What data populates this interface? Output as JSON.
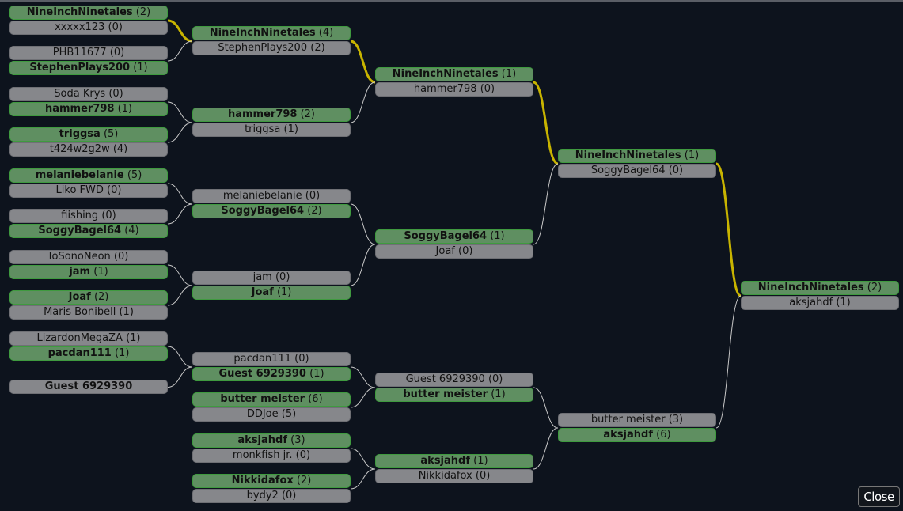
{
  "colors": {
    "winner": "#5f8f61",
    "loser": "#86878b",
    "champion_path": "#c8b400",
    "link": "#c8c8c8",
    "background": "#0d131d"
  },
  "close_label": "Close",
  "rounds": [
    {
      "matches": [
        {
          "slots": [
            {
              "name": "NineInchNinetales",
              "score": "(2)",
              "win": true
            },
            {
              "name": "xxxxx123",
              "score": "(0)",
              "win": false
            }
          ]
        },
        {
          "slots": [
            {
              "name": "PHB11677",
              "score": "(0)",
              "win": false
            },
            {
              "name": "StephenPlays200",
              "score": "(1)",
              "win": true
            }
          ]
        },
        {
          "slots": [
            {
              "name": "Soda Krys",
              "score": "(0)",
              "win": false
            },
            {
              "name": "hammer798",
              "score": "(1)",
              "win": true
            }
          ]
        },
        {
          "slots": [
            {
              "name": "triggsa",
              "score": "(5)",
              "win": true
            },
            {
              "name": "t424w2g2w",
              "score": "(4)",
              "win": false
            }
          ]
        },
        {
          "slots": [
            {
              "name": "melaniebelanie",
              "score": "(5)",
              "win": true
            },
            {
              "name": "Liko FWD",
              "score": "(0)",
              "win": false
            }
          ]
        },
        {
          "slots": [
            {
              "name": "fiishing",
              "score": "(0)",
              "win": false
            },
            {
              "name": "SoggyBagel64",
              "score": "(4)",
              "win": true
            }
          ]
        },
        {
          "slots": [
            {
              "name": "IoSonoNeon",
              "score": "(0)",
              "win": false
            },
            {
              "name": "jam",
              "score": "(1)",
              "win": true
            }
          ]
        },
        {
          "slots": [
            {
              "name": "Joaf",
              "score": "(2)",
              "win": true
            },
            {
              "name": "Maris Bonibell",
              "score": "(1)",
              "win": false
            }
          ]
        },
        {
          "slots": [
            {
              "name": "LizardonMegaZA",
              "score": "(1)",
              "win": false
            },
            {
              "name": "pacdan111",
              "score": "(1)",
              "win": true
            }
          ]
        },
        {
          "slots": [
            {
              "name": "Guest 6929390",
              "score": "",
              "win": false,
              "bold": true
            }
          ]
        }
      ]
    },
    {
      "matches": [
        {
          "slots": [
            {
              "name": "NineInchNinetales",
              "score": "(4)",
              "win": true
            },
            {
              "name": "StephenPlays200",
              "score": "(2)",
              "win": false
            }
          ]
        },
        {
          "slots": [
            {
              "name": "hammer798",
              "score": "(2)",
              "win": true
            },
            {
              "name": "triggsa",
              "score": "(1)",
              "win": false
            }
          ]
        },
        {
          "slots": [
            {
              "name": "melaniebelanie",
              "score": "(0)",
              "win": false
            },
            {
              "name": "SoggyBagel64",
              "score": "(2)",
              "win": true
            }
          ]
        },
        {
          "slots": [
            {
              "name": "jam",
              "score": "(0)",
              "win": false
            },
            {
              "name": "Joaf",
              "score": "(1)",
              "win": true
            }
          ]
        },
        {
          "slots": [
            {
              "name": "pacdan111",
              "score": "(0)",
              "win": false
            },
            {
              "name": "Guest 6929390",
              "score": "(1)",
              "win": true
            }
          ]
        },
        {
          "slots": [
            {
              "name": "butter meister",
              "score": "(6)",
              "win": true
            },
            {
              "name": "DDJoe",
              "score": "(5)",
              "win": false
            }
          ]
        },
        {
          "slots": [
            {
              "name": "aksjahdf",
              "score": "(3)",
              "win": true
            },
            {
              "name": "monkfish jr.",
              "score": "(0)",
              "win": false
            }
          ]
        },
        {
          "slots": [
            {
              "name": "Nikkidafox",
              "score": "(2)",
              "win": true
            },
            {
              "name": "bydy2",
              "score": "(0)",
              "win": false
            }
          ]
        }
      ]
    },
    {
      "matches": [
        {
          "slots": [
            {
              "name": "NineInchNinetales",
              "score": "(1)",
              "win": true
            },
            {
              "name": "hammer798",
              "score": "(0)",
              "win": false
            }
          ]
        },
        {
          "slots": [
            {
              "name": "SoggyBagel64",
              "score": "(1)",
              "win": true
            },
            {
              "name": "Joaf",
              "score": "(0)",
              "win": false
            }
          ]
        },
        {
          "slots": [
            {
              "name": "Guest 6929390",
              "score": "(0)",
              "win": false
            },
            {
              "name": "butter meister",
              "score": "(1)",
              "win": true
            }
          ]
        },
        {
          "slots": [
            {
              "name": "aksjahdf",
              "score": "(1)",
              "win": true
            },
            {
              "name": "Nikkidafox",
              "score": "(0)",
              "win": false
            }
          ]
        }
      ]
    },
    {
      "matches": [
        {
          "slots": [
            {
              "name": "NineInchNinetales",
              "score": "(1)",
              "win": true
            },
            {
              "name": "SoggyBagel64",
              "score": "(0)",
              "win": false
            }
          ]
        },
        {
          "slots": [
            {
              "name": "butter meister",
              "score": "(3)",
              "win": false
            },
            {
              "name": "aksjahdf",
              "score": "(6)",
              "win": true
            }
          ]
        }
      ]
    },
    {
      "matches": [
        {
          "slots": [
            {
              "name": "NineInchNinetales",
              "score": "(2)",
              "win": true
            },
            {
              "name": "aksjahdf",
              "score": "(1)",
              "win": false
            }
          ]
        }
      ]
    }
  ]
}
